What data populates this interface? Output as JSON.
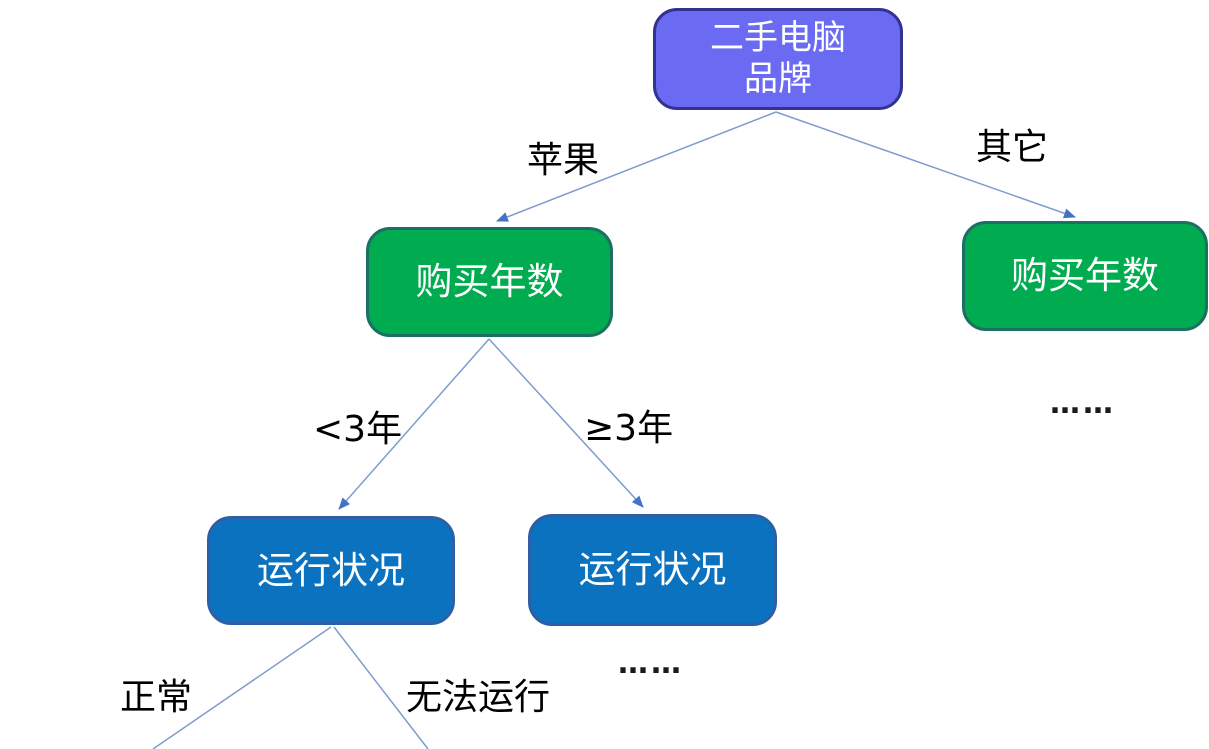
{
  "nodes": {
    "root": {
      "label": "二手电脑\n品牌"
    },
    "green_left": {
      "label": "购买年数"
    },
    "green_right": {
      "label": "购买年数"
    },
    "blue_left": {
      "label": "运行状况"
    },
    "blue_right": {
      "label": "运行状况"
    }
  },
  "edge_labels": {
    "apple": "苹果",
    "other": "其它",
    "lt3": "<3年",
    "ge3": "≥3年",
    "normal": "正常",
    "cannot_run": "无法运行"
  },
  "ellipsis": {
    "under_green_right": "……",
    "under_blue_right": "……"
  },
  "colors": {
    "root_fill": "#6A6AF2",
    "root_border": "#33338F",
    "green_fill": "#00AC4F",
    "green_border": "#1D6F63",
    "blue_fill": "#0B72BF",
    "blue_border": "#2D5FA6",
    "connector_line": "#7E9CCC",
    "arrowhead": "#4472C4",
    "edge_label_text": "#000000",
    "node_text": "#FFFFFF"
  }
}
